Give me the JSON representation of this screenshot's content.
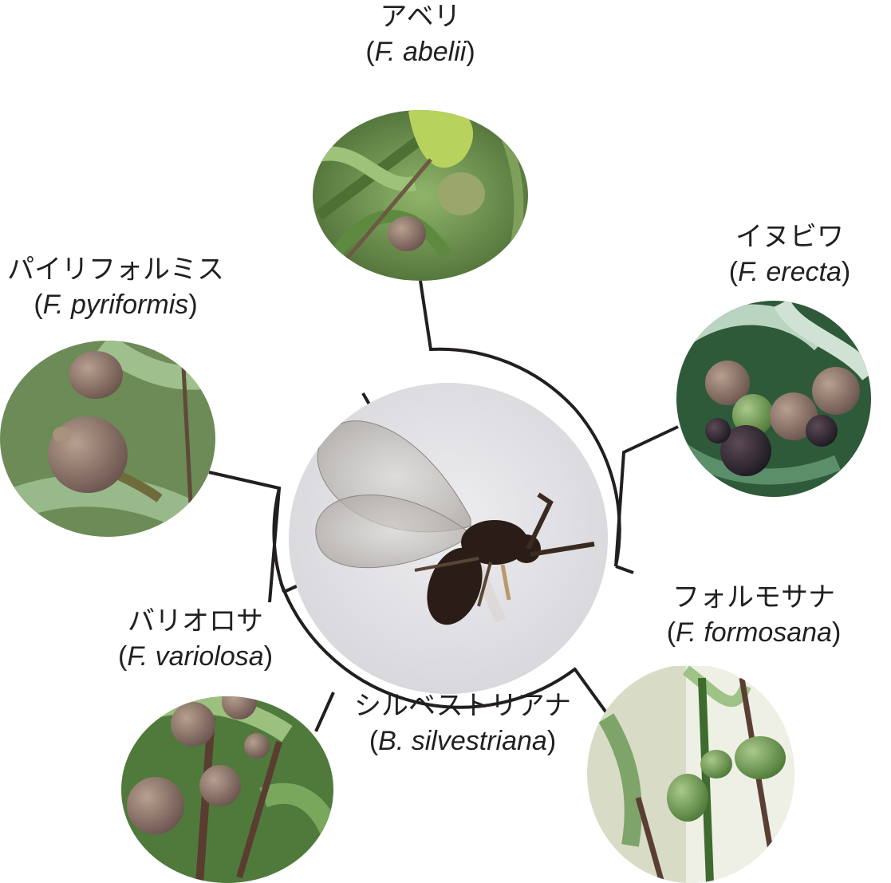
{
  "center": {
    "name_jp": "シルベストリアナ",
    "genus": "B.",
    "epithet": "silvestriana"
  },
  "hosts": [
    {
      "name_jp": "アベリ",
      "genus": "F.",
      "epithet": "abelii"
    },
    {
      "name_jp": "イヌビワ",
      "genus": "F.",
      "epithet": "erecta"
    },
    {
      "name_jp": "パイリフォルミス",
      "genus": "F.",
      "epithet": "pyriformis"
    },
    {
      "name_jp": "バリオロサ",
      "genus": "F.",
      "epithet": "variolosa"
    },
    {
      "name_jp": "フォルモサナ",
      "genus": "F.",
      "epithet": "formosana"
    }
  ],
  "colors": {
    "line": "#231f20",
    "center_bg": "#e4e4e8",
    "leaf": "#6f9a4e",
    "fig": "#8a6f68"
  }
}
